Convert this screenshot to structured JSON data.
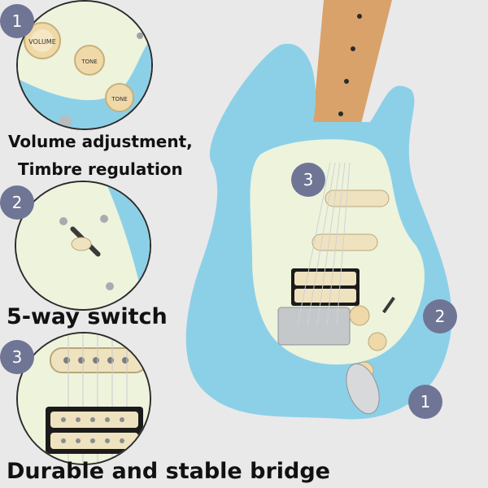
{
  "features": [
    {
      "number": "1",
      "caption_lines": [
        "Volume adjustment,",
        "Timbre regulation"
      ]
    },
    {
      "number": "2",
      "caption_lines": [
        "5-way switch"
      ]
    },
    {
      "number": "3",
      "caption_lines": [
        "Durable and stable bridge"
      ]
    }
  ],
  "guitar_markers": [
    "3",
    "2",
    "1"
  ],
  "knob_labels": [
    "VOLUME",
    "TONE",
    "TONE"
  ],
  "colors": {
    "body": "#8cd0e8",
    "pickguard": "#eef3dc",
    "neck": "#d9a26a",
    "badge": "#6f7595",
    "background": "#e9e9ea"
  }
}
